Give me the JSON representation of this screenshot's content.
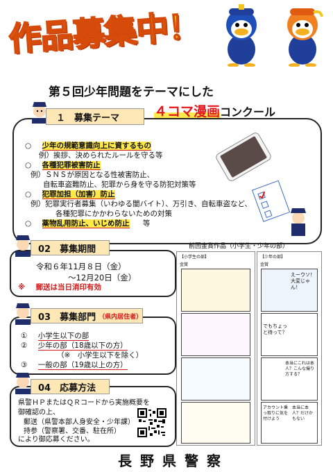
{
  "banner": "作品募集中！",
  "subtitle": "第５回少年問題をテーマにした",
  "title_red": "４コマ漫画",
  "title_rest": "コンクール",
  "section1": {
    "label": "１　募集テーマ",
    "items": [
      {
        "bullet": "○",
        "head": "少年の規範意識向上に資するもの",
        "ex": "例）挨拶、決められたルールを守る等"
      },
      {
        "bullet": "○",
        "head": "各種犯罪被害防止",
        "ex": "例）ＳＮＳが原因となる性被害防止、",
        "ex2": "自転車盗難防止、犯罪から身を守る防犯対策等"
      },
      {
        "bullet": "○",
        "head": "犯罪加担（加害）防止",
        "ex": "例）犯罪実行者募集（いわゆる闇バイト）、万引き、自転車盗など、",
        "ex2": "各種犯罪にかかわらないための対策"
      },
      {
        "bullet": "○",
        "head": "薬物乱用防止、いじめ防止",
        "tail": "等"
      }
    ]
  },
  "section2": {
    "label": "02　募集期間",
    "line1": "令和６年11月８日（金）",
    "line2": "～12月20日（金）",
    "note_mark": "※",
    "note": "郵送は当日消印有効"
  },
  "section3": {
    "label": "03　募集部門",
    "label_small": "（県内居住者）",
    "items": [
      {
        "no": "①",
        "text": "小学生以下の部"
      },
      {
        "no": "②",
        "text": "少年の部（18歳以下の方）"
      },
      {
        "no": "",
        "text": "（※　小学生以下を除く）"
      },
      {
        "no": "③",
        "text": "一般の部（19歳以上の方）"
      }
    ]
  },
  "section4": {
    "label": "04　応募方法",
    "lines": [
      "県警ＨＰまたはＱＲコードから実施概要を",
      "御確認の上、",
      "郵送（県警本部人身安全・少年課）",
      "持参（警察署、交番、駐在所）",
      "により御応募ください。"
    ]
  },
  "prev": {
    "title": "前回金賞作品（小学生・少年の部）",
    "left_label": "【小学生の部】",
    "right_label": "【少年の部】",
    "sub": "金賞",
    "right_bubbles": [
      "えーウソ！大変じゃん！",
      "でもちょっと待って？",
      "本当にこれは本人？こんな撮り方する？",
      "本当に本人？だけかもない",
      "アカウント乗っ取りに気を付けよう"
    ]
  },
  "footer": "長野県警察",
  "colors": {
    "banner_fill": "#f3c521",
    "banner_stroke": "#d64a0a",
    "accent_red": "#e2161b",
    "tag_bg": "#fde7b5"
  },
  "icons": [
    "police-officer-icon",
    "smartphone-icon",
    "qr-code-icon",
    "mascot-icon"
  ]
}
